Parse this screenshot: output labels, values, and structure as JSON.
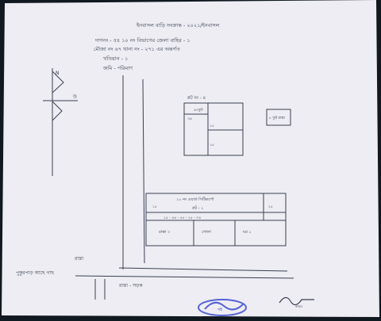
{
  "header_lines": [
    "ইনবাসল বাড়ি সংক্রান্ত - ২০২১/ইনবাসল",
    "দাগনং - ৫৪ ১০ নং বিভাগের জেলা বাহির - ১",
    "মৌজা নং ৬৭ থানা নং - ২৭১ এর অন্তর্গত",
    "খতিয়ান - ১",
    "জমি - পরিমাণ"
  ],
  "labels": {
    "north_mark": "N",
    "north_label": "উ",
    "upper_room_title": "প্লট নং - ৪",
    "upper_room_top": "৬০ফুট",
    "upper_room_left": "৩৬",
    "upper_room_middle_a": "১৫",
    "upper_room_middle_b": "১৫",
    "side_box_text": "৮ ফুট রাস্তা",
    "lower_room_title": "১০ নং ওয়ার্ড সিটিকর্পো",
    "lower_room_sub": "প্লট - ১",
    "lower_room_left_dim": "১৫",
    "lower_room_right_dim": "২৫",
    "lower_dims_row": "১৫ - ৪৪ - ৫৫ - ২৫ - ৩৪",
    "lower_cell_1": "রাস্তা ৩",
    "lower_cell_2": "গোলা",
    "lower_cell_3": "ঘর ১",
    "bottom_road_left": "রাস্তা",
    "bottom_left_text": "পুকুরপাড় আছে গাছ",
    "bottom_road_label": "রাস্তা - সড়ক",
    "stamp_text": "সই",
    "signature": "স্বাক্ষর"
  },
  "colors": {
    "paper": "#ededf3",
    "ink": "#3b3f52",
    "stamp": "#2f3fd0",
    "background": "#101820"
  }
}
